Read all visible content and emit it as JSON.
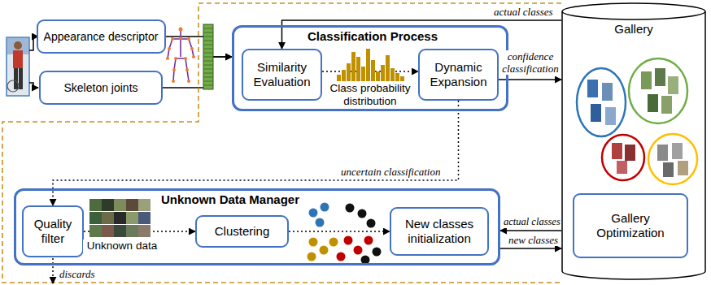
{
  "diagram": {
    "nodes": [
      {
        "text": [
          "Appearance descriptor"
        ]
      },
      {
        "text": [
          "Skeleton joints"
        ]
      },
      {
        "text": [
          "Classification Process"
        ]
      },
      {
        "text": [
          "Similarity Evaluation"
        ],
        "in": 2
      },
      {
        "text": [
          "Dynamic Expansion"
        ],
        "in": 2
      },
      {
        "text": [
          "Gallery"
        ]
      },
      {
        "text": [
          "Gallery Optimization"
        ],
        "in": 5
      },
      {
        "text": [
          "Unknown Data Manager"
        ]
      },
      {
        "text": [
          "Quality filter"
        ],
        "in": 7
      },
      {
        "text": [
          "Clustering"
        ],
        "in": 7
      },
      {
        "text": [
          "New classes initialization"
        ],
        "in": 7
      }
    ],
    "edges": [
      {
        "from": 0,
        "to": 2,
        "arrow": "to"
      },
      {
        "from": 1,
        "to": 2,
        "arrow": "to"
      },
      {
        "from": 3,
        "to": 4,
        "arrow": "to"
      },
      {
        "from": 4,
        "to": 5,
        "label": "confidence classification",
        "arrow": "to"
      },
      {
        "from": 5,
        "to": 3,
        "label": "actual classes",
        "arrow": "to"
      },
      {
        "from": 4,
        "to": 8,
        "label": "uncertain classification",
        "arrow": "to"
      },
      {
        "from": 8,
        "to": 9,
        "arrow": "to"
      },
      {
        "from": 9,
        "to": 10,
        "arrow": "to"
      },
      {
        "from": 5,
        "to": 7,
        "label": "actual classes",
        "arrow": "to"
      },
      {
        "from": 7,
        "to": 5,
        "label": "new classes",
        "arrow": "to"
      }
    ],
    "labels": [
      "Class probability distribution",
      "Unknown data",
      "discards"
    ]
  }
}
